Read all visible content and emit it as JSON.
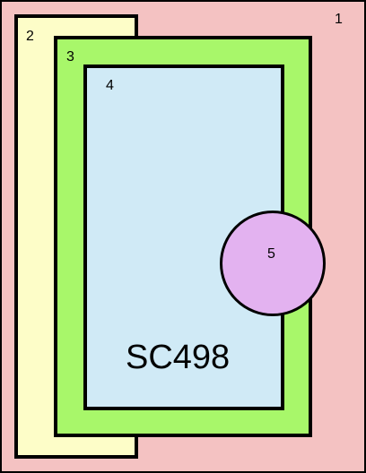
{
  "sketch": {
    "code": "SC498",
    "layers": [
      {
        "number": "1",
        "color": "#f4c2c2"
      },
      {
        "number": "2",
        "color": "#fdfdc8"
      },
      {
        "number": "3",
        "color": "#a8f76a"
      },
      {
        "number": "4",
        "color": "#d0eaf6"
      },
      {
        "number": "5",
        "color": "#e3b2f0"
      }
    ]
  }
}
